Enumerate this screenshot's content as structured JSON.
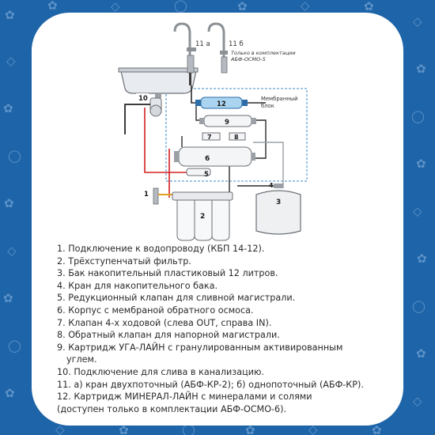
{
  "faucets": {
    "label_a": "11 a",
    "label_b": "11 б",
    "note_line1": "Только в комплектации",
    "note_line2": "АБФ-ОСМО-5"
  },
  "membrane_block": {
    "label_line1": "Мембранный",
    "label_line2": "блок"
  },
  "parts": [
    "1",
    "2",
    "3",
    "4",
    "5",
    "6",
    "7",
    "8",
    "9",
    "10",
    "12"
  ],
  "legend": [
    "1. Подключение к водопроводу (КБП 14-12).",
    "2. Трёхступенчатый фильтр.",
    "3. Бак накопительный пластиковый 12 литров.",
    "4. Кран для накопительного бака.",
    "5. Редукционный клапан для сливной магистрали.",
    "6. Корпус с мембраной обратного осмоса.",
    "7. Клапан 4-х ходовой (слева OUT, справа IN).",
    "8. Обратный клапан для напорной магистрали.",
    "9. Картридж УГА-ЛАЙН с гранулированным активированным",
    "углем.",
    "10. Подключение для слива в канализацию.",
    "11. а) кран двухпоточный (АБФ-КР-2); б) однопоточный (АБФ-КР).",
    "12. Картридж МИНЕРАЛ-ЛАЙН с минералами и солями",
    "(доступен только в комплектации АБФ-ОСМО-6)."
  ]
}
